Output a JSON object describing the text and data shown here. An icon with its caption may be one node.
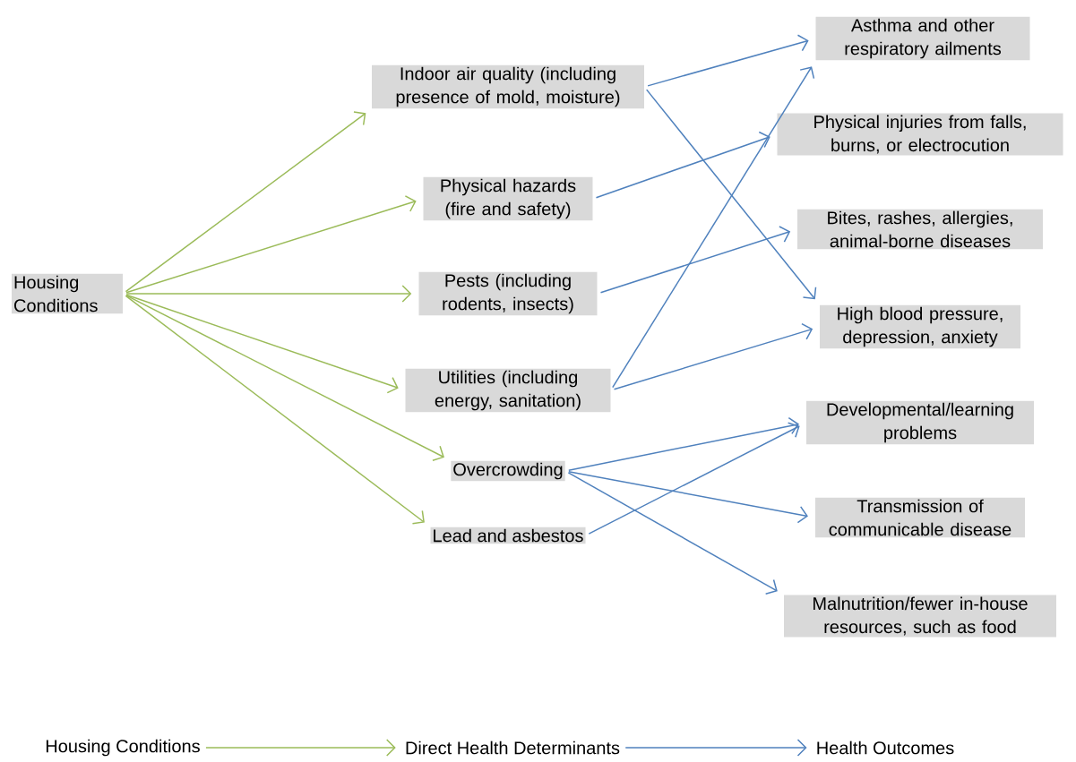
{
  "diagram": {
    "nodes": [
      {
        "text": [
          "Housing Conditions"
        ]
      },
      {
        "text": [
          "Indoor air quality (including presence of mold, moisture)"
        ]
      },
      {
        "text": [
          "Physical hazards (fire and safety)"
        ]
      },
      {
        "text": [
          "Pests (including rodents, insects)"
        ]
      },
      {
        "text": [
          "Utilities (including energy, sanitation)"
        ]
      },
      {
        "text": [
          "Overcrowding"
        ]
      },
      {
        "text": [
          "Lead and asbestos"
        ]
      },
      {
        "text": [
          "Asthma and other respiratory ailments"
        ]
      },
      {
        "text": [
          "Physical injuries from falls, burns, or electrocution"
        ]
      },
      {
        "text": [
          "Bites, rashes, allergies, animal-borne diseases"
        ]
      },
      {
        "text": [
          "High blood pressure, depression, anxiety"
        ]
      },
      {
        "text": [
          "Developmental/learning problems"
        ]
      },
      {
        "text": [
          "Transmission of communicable disease"
        ]
      },
      {
        "text": [
          "Malnutrition/fewer in-house resources, such as food"
        ]
      },
      {
        "text": [
          "Housing Conditions"
        ]
      },
      {
        "text": [
          "Direct Health Determinants"
        ]
      },
      {
        "text": [
          "Health Outcomes"
        ]
      }
    ],
    "edges": [
      {
        "from": 0,
        "to": 1,
        "arrow": "to",
        "color": "#9bbb59"
      },
      {
        "from": 0,
        "to": 2,
        "arrow": "to",
        "color": "#9bbb59"
      },
      {
        "from": 0,
        "to": 3,
        "arrow": "to",
        "color": "#9bbb59"
      },
      {
        "from": 0,
        "to": 4,
        "arrow": "to",
        "color": "#9bbb59"
      },
      {
        "from": 0,
        "to": 5,
        "arrow": "to",
        "color": "#9bbb59"
      },
      {
        "from": 0,
        "to": 6,
        "arrow": "to",
        "color": "#9bbb59"
      },
      {
        "from": 1,
        "to": 7,
        "arrow": "to"
      },
      {
        "from": 1,
        "to": 10,
        "arrow": "to"
      },
      {
        "from": 2,
        "to": 8,
        "arrow": "to"
      },
      {
        "from": 3,
        "to": 9,
        "arrow": "to"
      },
      {
        "from": 4,
        "to": 7,
        "arrow": "to"
      },
      {
        "from": 4,
        "to": 10,
        "arrow": "to"
      },
      {
        "from": 5,
        "to": 11,
        "arrow": "to"
      },
      {
        "from": 5,
        "to": 12,
        "arrow": "to"
      },
      {
        "from": 5,
        "to": 13,
        "arrow": "to"
      },
      {
        "from": 6,
        "to": 11,
        "arrow": "to"
      },
      {
        "from": 14,
        "to": 15,
        "arrow": "to",
        "color": "#9bbb59"
      },
      {
        "from": 15,
        "to": 16,
        "arrow": "to"
      }
    ]
  }
}
